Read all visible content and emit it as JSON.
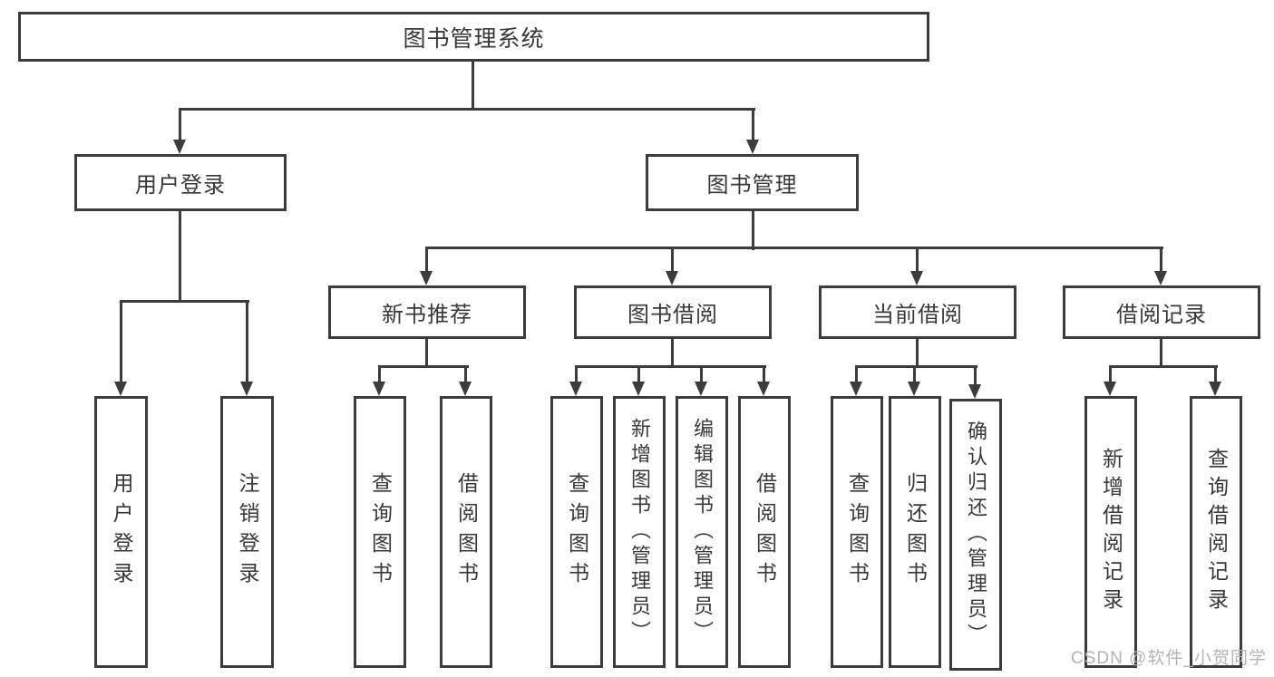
{
  "diagram_title": "图书管理系统",
  "tree": {
    "label": "图书管理系统",
    "children": [
      {
        "label": "用户登录",
        "children": [
          {
            "label": "用户登录"
          },
          {
            "label": "注销登录"
          }
        ]
      },
      {
        "label": "图书管理",
        "children": [
          {
            "label": "新书推荐",
            "children": [
              {
                "label": "查询图书"
              },
              {
                "label": "借阅图书"
              }
            ]
          },
          {
            "label": "图书借阅",
            "children": [
              {
                "label": "查询图书"
              },
              {
                "label": "新增图书（管理员）"
              },
              {
                "label": "编辑图书（管理员）"
              },
              {
                "label": "借阅图书"
              }
            ]
          },
          {
            "label": "当前借阅",
            "children": [
              {
                "label": "查询图书"
              },
              {
                "label": "归还图书"
              },
              {
                "label": "确认归还（管理员）"
              }
            ]
          },
          {
            "label": "借阅记录",
            "children": [
              {
                "label": "新增借阅记录"
              },
              {
                "label": "查询借阅记录"
              }
            ]
          }
        ]
      }
    ]
  },
  "watermark": "CSDN @软件_小贺同学",
  "colors": {
    "line": "#3c3c3c",
    "text": "#383838",
    "watermark": "#b3b3b3",
    "background": "#ffffff"
  }
}
